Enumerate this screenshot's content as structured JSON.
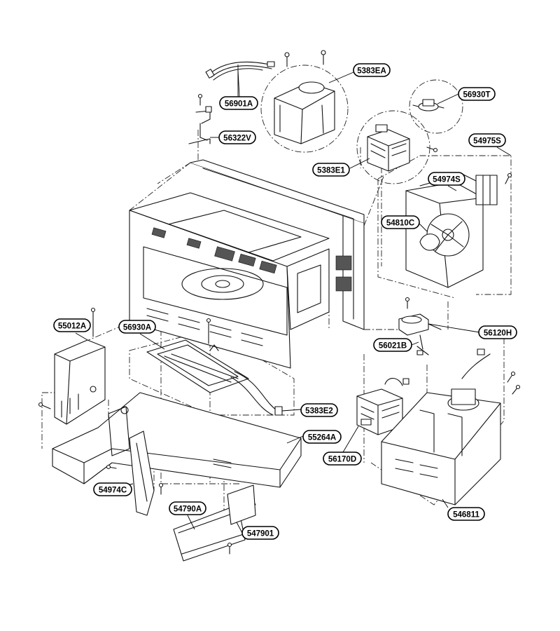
{
  "callouts": [
    {
      "id": "56901A",
      "text": "56901A"
    },
    {
      "id": "5383EA",
      "text": "5383EA"
    },
    {
      "id": "56930T",
      "text": "56930T"
    },
    {
      "id": "56322V",
      "text": "56322V"
    },
    {
      "id": "54975S",
      "text": "54975S"
    },
    {
      "id": "5383E1",
      "text": "5383E1"
    },
    {
      "id": "54974S",
      "text": "54974S"
    },
    {
      "id": "54810C",
      "text": "54810C"
    },
    {
      "id": "55012A",
      "text": "55012A"
    },
    {
      "id": "56930A",
      "text": "56930A"
    },
    {
      "id": "56120H",
      "text": "56120H"
    },
    {
      "id": "56021B",
      "text": "56021B"
    },
    {
      "id": "5383E2",
      "text": "5383E2"
    },
    {
      "id": "55264A",
      "text": "55264A"
    },
    {
      "id": "56170D",
      "text": "56170D"
    },
    {
      "id": "54974C",
      "text": "54974C"
    },
    {
      "id": "54790A",
      "text": "54790A"
    },
    {
      "id": "546811",
      "text": "546811"
    },
    {
      "id": "547901",
      "text": "547901"
    }
  ]
}
